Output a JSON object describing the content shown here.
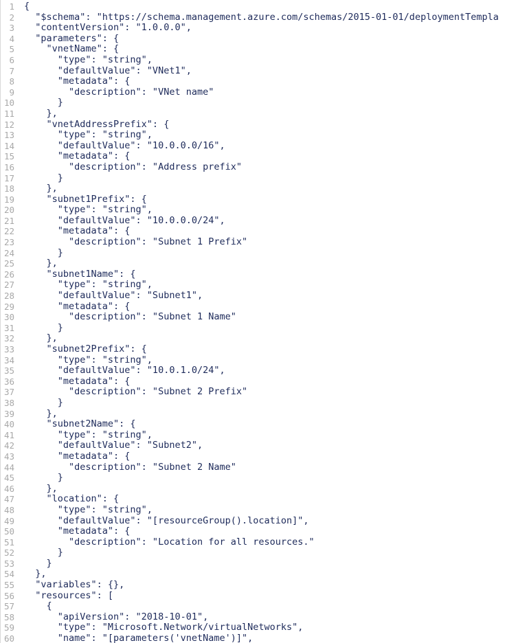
{
  "editor": {
    "lines": [
      {
        "num": "1",
        "text": "{"
      },
      {
        "num": "2",
        "text": "  \"$schema\": \"https://schema.management.azure.com/schemas/2015-01-01/deploymentTempla"
      },
      {
        "num": "3",
        "text": "  \"contentVersion\": \"1.0.0.0\","
      },
      {
        "num": "4",
        "text": "  \"parameters\": {"
      },
      {
        "num": "5",
        "text": "    \"vnetName\": {"
      },
      {
        "num": "6",
        "text": "      \"type\": \"string\","
      },
      {
        "num": "7",
        "text": "      \"defaultValue\": \"VNet1\","
      },
      {
        "num": "8",
        "text": "      \"metadata\": {"
      },
      {
        "num": "9",
        "text": "        \"description\": \"VNet name\""
      },
      {
        "num": "10",
        "text": "      }"
      },
      {
        "num": "11",
        "text": "    },"
      },
      {
        "num": "12",
        "text": "    \"vnetAddressPrefix\": {"
      },
      {
        "num": "13",
        "text": "      \"type\": \"string\","
      },
      {
        "num": "14",
        "text": "      \"defaultValue\": \"10.0.0.0/16\","
      },
      {
        "num": "15",
        "text": "      \"metadata\": {"
      },
      {
        "num": "16",
        "text": "        \"description\": \"Address prefix\""
      },
      {
        "num": "17",
        "text": "      }"
      },
      {
        "num": "18",
        "text": "    },"
      },
      {
        "num": "19",
        "text": "    \"subnet1Prefix\": {"
      },
      {
        "num": "20",
        "text": "      \"type\": \"string\","
      },
      {
        "num": "21",
        "text": "      \"defaultValue\": \"10.0.0.0/24\","
      },
      {
        "num": "22",
        "text": "      \"metadata\": {"
      },
      {
        "num": "23",
        "text": "        \"description\": \"Subnet 1 Prefix\""
      },
      {
        "num": "24",
        "text": "      }"
      },
      {
        "num": "25",
        "text": "    },"
      },
      {
        "num": "26",
        "text": "    \"subnet1Name\": {"
      },
      {
        "num": "27",
        "text": "      \"type\": \"string\","
      },
      {
        "num": "28",
        "text": "      \"defaultValue\": \"Subnet1\","
      },
      {
        "num": "29",
        "text": "      \"metadata\": {"
      },
      {
        "num": "30",
        "text": "        \"description\": \"Subnet 1 Name\""
      },
      {
        "num": "31",
        "text": "      }"
      },
      {
        "num": "32",
        "text": "    },"
      },
      {
        "num": "33",
        "text": "    \"subnet2Prefix\": {"
      },
      {
        "num": "34",
        "text": "      \"type\": \"string\","
      },
      {
        "num": "35",
        "text": "      \"defaultValue\": \"10.0.1.0/24\","
      },
      {
        "num": "36",
        "text": "      \"metadata\": {"
      },
      {
        "num": "37",
        "text": "        \"description\": \"Subnet 2 Prefix\""
      },
      {
        "num": "38",
        "text": "      }"
      },
      {
        "num": "39",
        "text": "    },"
      },
      {
        "num": "40",
        "text": "    \"subnet2Name\": {"
      },
      {
        "num": "41",
        "text": "      \"type\": \"string\","
      },
      {
        "num": "42",
        "text": "      \"defaultValue\": \"Subnet2\","
      },
      {
        "num": "43",
        "text": "      \"metadata\": {"
      },
      {
        "num": "44",
        "text": "        \"description\": \"Subnet 2 Name\""
      },
      {
        "num": "45",
        "text": "      }"
      },
      {
        "num": "46",
        "text": "    },"
      },
      {
        "num": "47",
        "text": "    \"location\": {"
      },
      {
        "num": "48",
        "text": "      \"type\": \"string\","
      },
      {
        "num": "49",
        "text": "      \"defaultValue\": \"[resourceGroup().location]\","
      },
      {
        "num": "50",
        "text": "      \"metadata\": {"
      },
      {
        "num": "51",
        "text": "        \"description\": \"Location for all resources.\""
      },
      {
        "num": "52",
        "text": "      }"
      },
      {
        "num": "53",
        "text": "    }"
      },
      {
        "num": "54",
        "text": "  },"
      },
      {
        "num": "55",
        "text": "  \"variables\": {},"
      },
      {
        "num": "56",
        "text": "  \"resources\": ["
      },
      {
        "num": "57",
        "text": "    {"
      },
      {
        "num": "58",
        "text": "      \"apiVersion\": \"2018-10-01\","
      },
      {
        "num": "59",
        "text": "      \"type\": \"Microsoft.Network/virtualNetworks\","
      },
      {
        "num": "60",
        "text": "      \"name\": \"[parameters('vnetName')]\","
      }
    ]
  }
}
